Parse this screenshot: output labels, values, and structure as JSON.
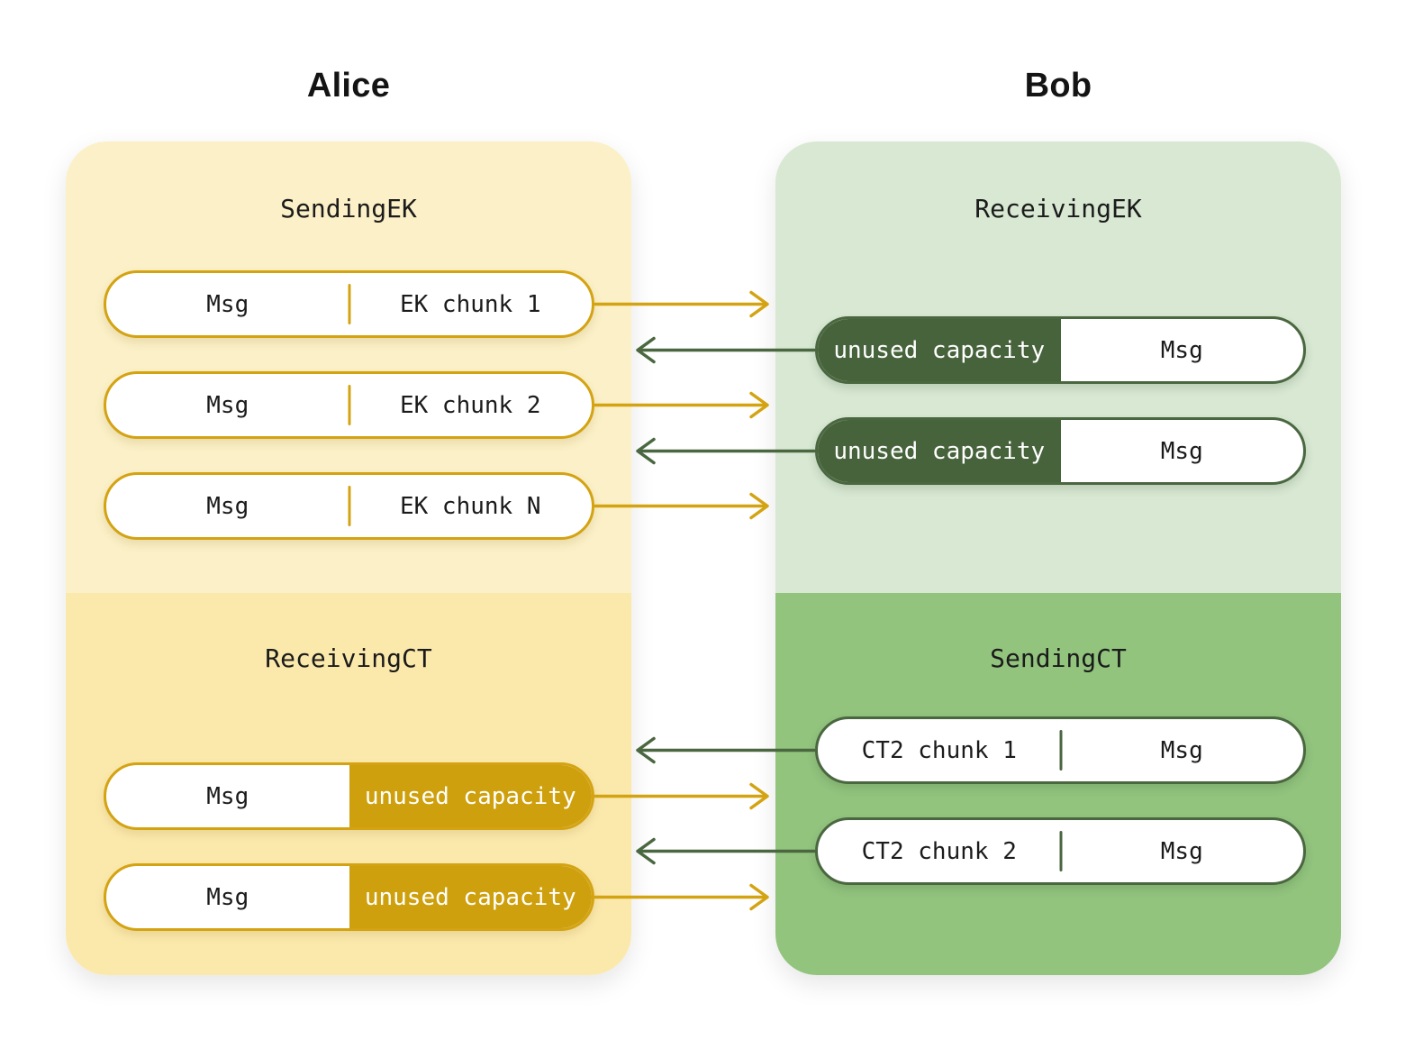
{
  "titles": {
    "alice": "Alice",
    "bob": "Bob"
  },
  "colors": {
    "gold": "#D4A312",
    "gold_fill": "#CEA00D",
    "green_dark": "#47633C",
    "green_stroke": "#4A6740",
    "panel_yellow_light": "#FBF0C7",
    "panel_yellow": "#FBE9AC",
    "panel_green_light": "#D8E8D3",
    "panel_green": "#92C47E",
    "text_dark": "#1B1B1B",
    "text_light": "#FFFFFF"
  },
  "alice": {
    "sending_ek": {
      "label": "SendingEK",
      "pills": [
        {
          "left": "Msg",
          "right": "EK chunk 1"
        },
        {
          "left": "Msg",
          "right": "EK chunk 2"
        },
        {
          "left": "Msg",
          "right": "EK chunk N"
        }
      ]
    },
    "receiving_ct": {
      "label": "ReceivingCT",
      "pills": [
        {
          "left": "Msg",
          "right": "unused capacity"
        },
        {
          "left": "Msg",
          "right": "unused capacity"
        }
      ]
    }
  },
  "bob": {
    "receiving_ek": {
      "label": "ReceivingEK",
      "pills": [
        {
          "left": "unused capacity",
          "right": "Msg"
        },
        {
          "left": "unused capacity",
          "right": "Msg"
        }
      ]
    },
    "sending_ct": {
      "label": "SendingCT",
      "pills": [
        {
          "left": "CT2 chunk 1",
          "right": "Msg"
        },
        {
          "left": "CT2 chunk 2",
          "right": "Msg"
        }
      ]
    }
  }
}
